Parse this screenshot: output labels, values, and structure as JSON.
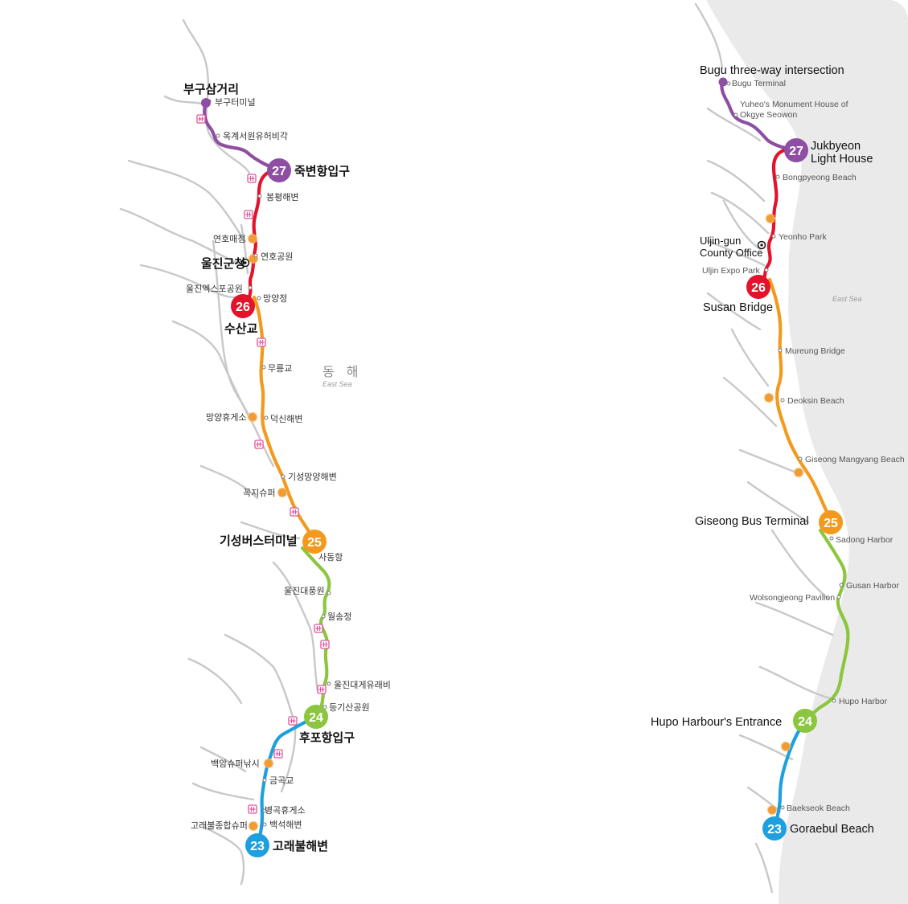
{
  "colors": {
    "section_27": "#8e4fa3",
    "section_26": "#e2132b",
    "section_25": "#f39a1e",
    "section_24": "#8cc63f",
    "section_23": "#1ea0e0",
    "sea": "#eaeaea",
    "road": "#c8c8c8",
    "toilet": "#e0559c",
    "restaurant": "#f29b35"
  },
  "korean_map": {
    "sea_label_ko": "동 해",
    "sea_label_en": "East Sea",
    "sections": [
      {
        "number": "27",
        "name": "죽변항입구"
      },
      {
        "number": "26",
        "name": "수산교"
      },
      {
        "number": "25",
        "name": "기성버스터미널"
      },
      {
        "number": "24",
        "name": "후포항입구"
      },
      {
        "number": "23",
        "name": "고래불해변"
      }
    ],
    "start_name": "부구삼거리",
    "office_name": "울진군청",
    "places": {
      "bugu_terminal": "부구터미널",
      "okgye": "옥계서원유허비각",
      "bongpyeong": "봉평해변",
      "yeonho_store": "연호매점",
      "yeonho_park": "연호공원",
      "expo_park": "울진엑스포공원",
      "mangyangjeong": "망양정",
      "mureung": "무릉교",
      "mangyang_rest": "망양휴게소",
      "deoksin": "덕신해변",
      "gisung_mangyang": "기성망양해변",
      "kkokji": "꼭지슈퍼",
      "sadong": "사동항",
      "daepung": "울진대풍원",
      "wolsongjeong": "월송정",
      "crab_monument": "울진대게유래비",
      "deunggisan": "등기산공원",
      "baegam": "백암슈퍼낚시",
      "geumgok": "금곡교",
      "byeonggok": "병곡휴게소",
      "goraebul_super": "고래불종합슈퍼",
      "baekseok": "백석해변"
    }
  },
  "english_map": {
    "sea_label": "East Sea",
    "start_name": "Bugu three-way intersection",
    "sections": [
      {
        "number": "27",
        "name_line1": "Jukbyeon",
        "name_line2": "Light House"
      },
      {
        "number": "26",
        "name": "Susan Bridge"
      },
      {
        "number": "25",
        "name": "Giseong Bus Terminal"
      },
      {
        "number": "24",
        "name": "Hupo Harbour's Entrance"
      },
      {
        "number": "23",
        "name": "Goraebul Beach"
      }
    ],
    "office_line1": "Uljin-gun",
    "office_line2": "County Office",
    "places": {
      "bugu_terminal": "Bugu Terminal",
      "yuheo_line1": "Yuheo's Monument House of",
      "yuheo_line2": "Okgye Seowon",
      "bongpyeong": "Bongpyeong Beach",
      "yeonho_park": "Yeonho Park",
      "expo_park": "Uljin Expo Park",
      "mureung": "Mureung Bridge",
      "deoksin": "Deoksin Beach",
      "giseong_mangyang": "Giseong Mangyang Beach",
      "sadong": "Sadong Harbor",
      "gusan": "Gusan Harbor",
      "wolsongjeong": "Wolsongjeong Pavilion",
      "hupo": "Hupo Harbor",
      "baekseok": "Baekseok Beach"
    }
  }
}
